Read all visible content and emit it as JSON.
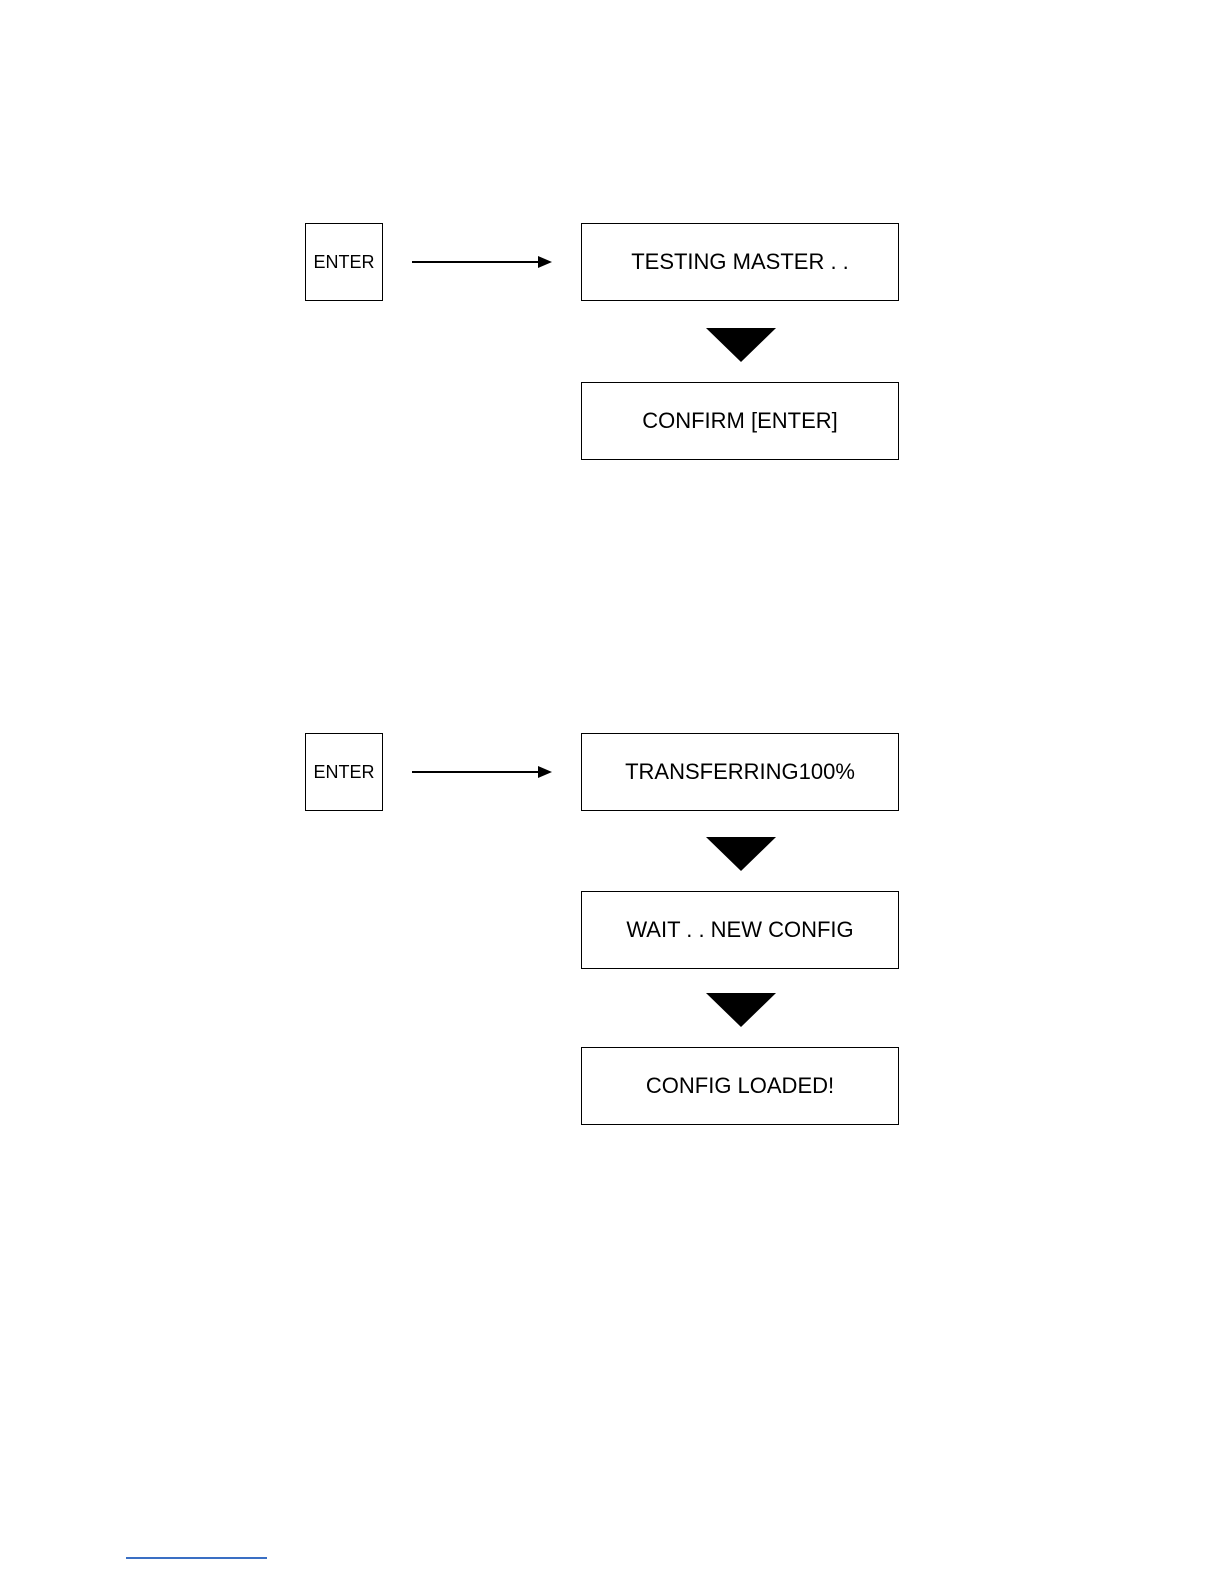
{
  "flow1": {
    "key_label": "ENTER",
    "steps": [
      "TESTING MASTER . .",
      "CONFIRM [ENTER]"
    ]
  },
  "flow2": {
    "key_label": "ENTER",
    "steps": [
      "TRANSFERRING100%",
      "WAIT . . NEW CONFIG",
      "CONFIG LOADED!"
    ]
  },
  "colors": {
    "line": "#000000",
    "footnote_rule": "#3a6fc4"
  }
}
